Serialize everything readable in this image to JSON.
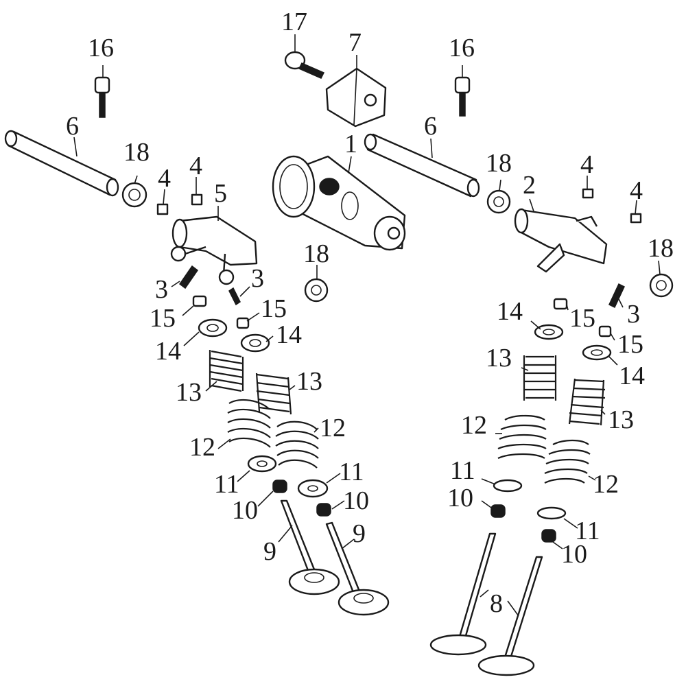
{
  "diagram": {
    "palette": {
      "ink": "#1a1a1a",
      "paper": "#ffffff"
    },
    "callouts": [
      {
        "id": "c16a",
        "text": "16"
      },
      {
        "id": "c17",
        "text": "17"
      },
      {
        "id": "c7",
        "text": "7"
      },
      {
        "id": "c16b",
        "text": "16"
      },
      {
        "id": "c6a",
        "text": "6"
      },
      {
        "id": "c18a",
        "text": "18"
      },
      {
        "id": "c1",
        "text": "1"
      },
      {
        "id": "c6b",
        "text": "6"
      },
      {
        "id": "c18b",
        "text": "18"
      },
      {
        "id": "c4a",
        "text": "4"
      },
      {
        "id": "c4b",
        "text": "4"
      },
      {
        "id": "c5",
        "text": "5"
      },
      {
        "id": "c4c",
        "text": "4"
      },
      {
        "id": "c2",
        "text": "2"
      },
      {
        "id": "c4d",
        "text": "4"
      },
      {
        "id": "c18c",
        "text": "18"
      },
      {
        "id": "c18d",
        "text": "18"
      },
      {
        "id": "c3a",
        "text": "3"
      },
      {
        "id": "c3b",
        "text": "3"
      },
      {
        "id": "c3c",
        "text": "3"
      },
      {
        "id": "c15a",
        "text": "15"
      },
      {
        "id": "c15b",
        "text": "15"
      },
      {
        "id": "c14a",
        "text": "14"
      },
      {
        "id": "c14b",
        "text": "14"
      },
      {
        "id": "c14c",
        "text": "14"
      },
      {
        "id": "c15c",
        "text": "15"
      },
      {
        "id": "c15d",
        "text": "15"
      },
      {
        "id": "c14d",
        "text": "14"
      },
      {
        "id": "c13a",
        "text": "13"
      },
      {
        "id": "c13b",
        "text": "13"
      },
      {
        "id": "c13c",
        "text": "13"
      },
      {
        "id": "c13d",
        "text": "13"
      },
      {
        "id": "c12a",
        "text": "12"
      },
      {
        "id": "c12b",
        "text": "12"
      },
      {
        "id": "c12c",
        "text": "12"
      },
      {
        "id": "c12d",
        "text": "12"
      },
      {
        "id": "c11a",
        "text": "11"
      },
      {
        "id": "c11b",
        "text": "11"
      },
      {
        "id": "c11c",
        "text": "11"
      },
      {
        "id": "c11d",
        "text": "11"
      },
      {
        "id": "c10a",
        "text": "10"
      },
      {
        "id": "c10b",
        "text": "10"
      },
      {
        "id": "c10c",
        "text": "10"
      },
      {
        "id": "c10d",
        "text": "10"
      },
      {
        "id": "c9a",
        "text": "9"
      },
      {
        "id": "c9b",
        "text": "9"
      },
      {
        "id": "c8",
        "text": "8"
      }
    ]
  }
}
